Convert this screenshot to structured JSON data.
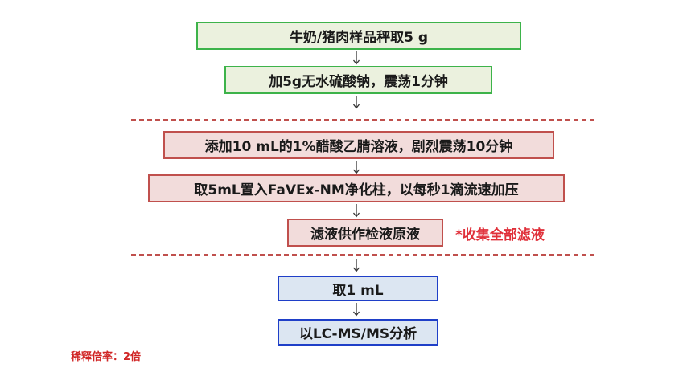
{
  "steps": [
    {
      "label": "牛奶/猪肉样品秤取5 g"
    },
    {
      "label": "加5g无水硫酸钠，震荡1分钟"
    },
    {
      "label": "添加10 mL的1%醋酸乙腈溶液，剧烈震荡10分钟"
    },
    {
      "label": "取5mL置入FaVEx-NM净化柱，以每秒1滴流速加压"
    },
    {
      "label": "滤液供作检液原液"
    },
    {
      "label": "取1 mL"
    },
    {
      "label": "以LC-MS/MS分析"
    }
  ],
  "notes": {
    "collect_all": "*收集全部滤液",
    "dilution": "稀释倍率：2倍"
  },
  "colors": {
    "stage1_fill": "#ebf1de",
    "stage1_border": "#3db34a",
    "stage2_fill": "#f2dcdb",
    "stage2_border": "#c0504d",
    "stage3_fill": "#dce6f2",
    "stage3_border": "#1f3fc8",
    "divider": "#c0504d",
    "note": "#e0303a"
  }
}
